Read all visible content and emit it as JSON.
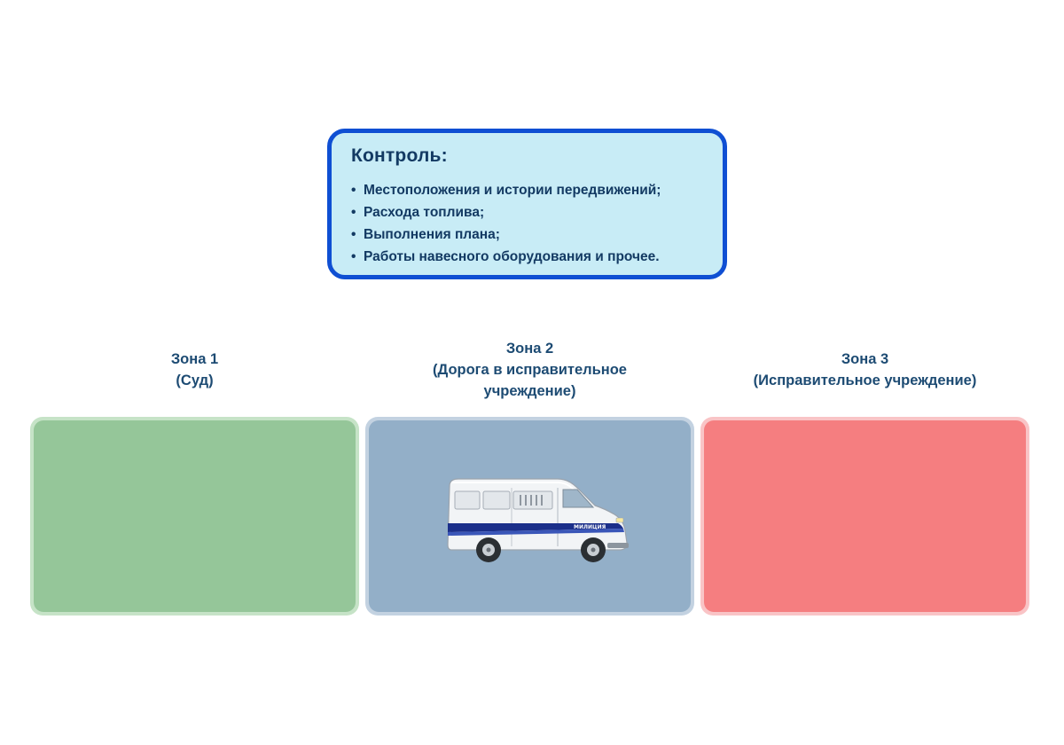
{
  "control": {
    "title": "Контроль:",
    "items": [
      "Местоположения и истории передвижений;",
      "Расхода топлива;",
      "Выполнения плана;",
      "Работы навесного оборудования и прочее."
    ],
    "bullet": "•"
  },
  "zones": [
    {
      "line1": "Зона 1",
      "line2": "(Суд)",
      "color": "#95c699"
    },
    {
      "line1": "Зона 2",
      "line2": "(Дорога в исправительное",
      "line3": "учреждение)",
      "color": "#93afc8"
    },
    {
      "line1": "Зона 3",
      "line2": "(Исправительное учреждение)",
      "color": "#f57e80"
    }
  ],
  "van": {
    "side_text": "МИЛИЦИЯ",
    "icon": "police-van-icon"
  }
}
